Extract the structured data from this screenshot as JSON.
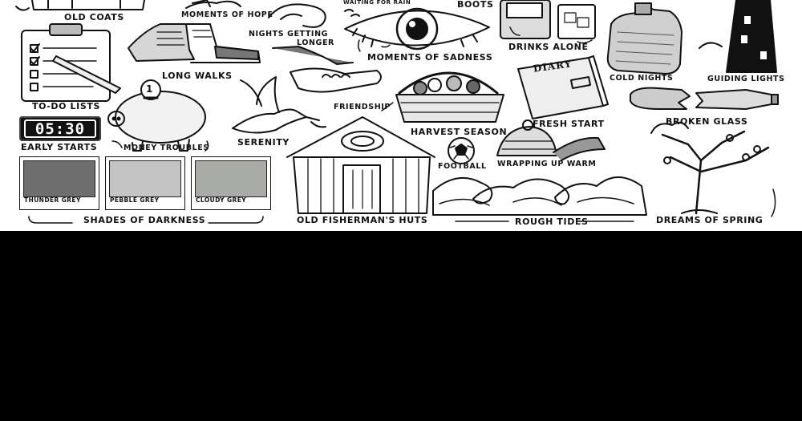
{
  "labels": {
    "old_coats": "OLD COATS",
    "moments_of_hope": "MOMENTS OF HOPE",
    "waiting_for_rain": "WAITING FOR RAIN",
    "nights_getting_longer_1": "NIGHTS GETTING",
    "nights_getting_longer_2": "LONGER",
    "boots": "BOOTS",
    "moments_of_sadness": "MOMENTS OF SADNESS",
    "drinks_alone": "DRINKS ALONE",
    "cold_nights": "COLD NIGHTS",
    "guiding_lights": "GUIDING LIGHTS",
    "to_do_lists": "TO-DO LISTS",
    "long_walks": "LONG WALKS",
    "friendship": "FRIENDSHIP",
    "harvest_season": "HARVEST SEASON",
    "fresh_start": "FRESH START",
    "broken_glass": "BROKEN GLASS",
    "early_starts": "EARLY STARTS",
    "money_troubles": "MONEY TROUBLES",
    "serenity": "SERENITY",
    "football": "FOOTBALL",
    "wrapping_up_warm": "WRAPPING UP WARM",
    "shades_of_darkness": "SHADES OF DARKNESS",
    "old_fishermans_huts": "OLD FISHERMAN'S HUTS",
    "rough_tides": "ROUGH TIDES",
    "dreams_of_spring": "DREAMS OF SPRING"
  },
  "clock_time": "05:30",
  "diary_word": "DIARY",
  "coin_number": "1",
  "swatches": [
    {
      "name": "THUNDER GREY",
      "color": "#6e6e6e"
    },
    {
      "name": "PEBBLE GREY",
      "color": "#c4c4c4"
    },
    {
      "name": "CLOUDY GREY",
      "color": "#a9aba6"
    }
  ],
  "colors": {
    "ink": "#111111",
    "paper": "#ffffff",
    "letterbox": "#000000"
  }
}
